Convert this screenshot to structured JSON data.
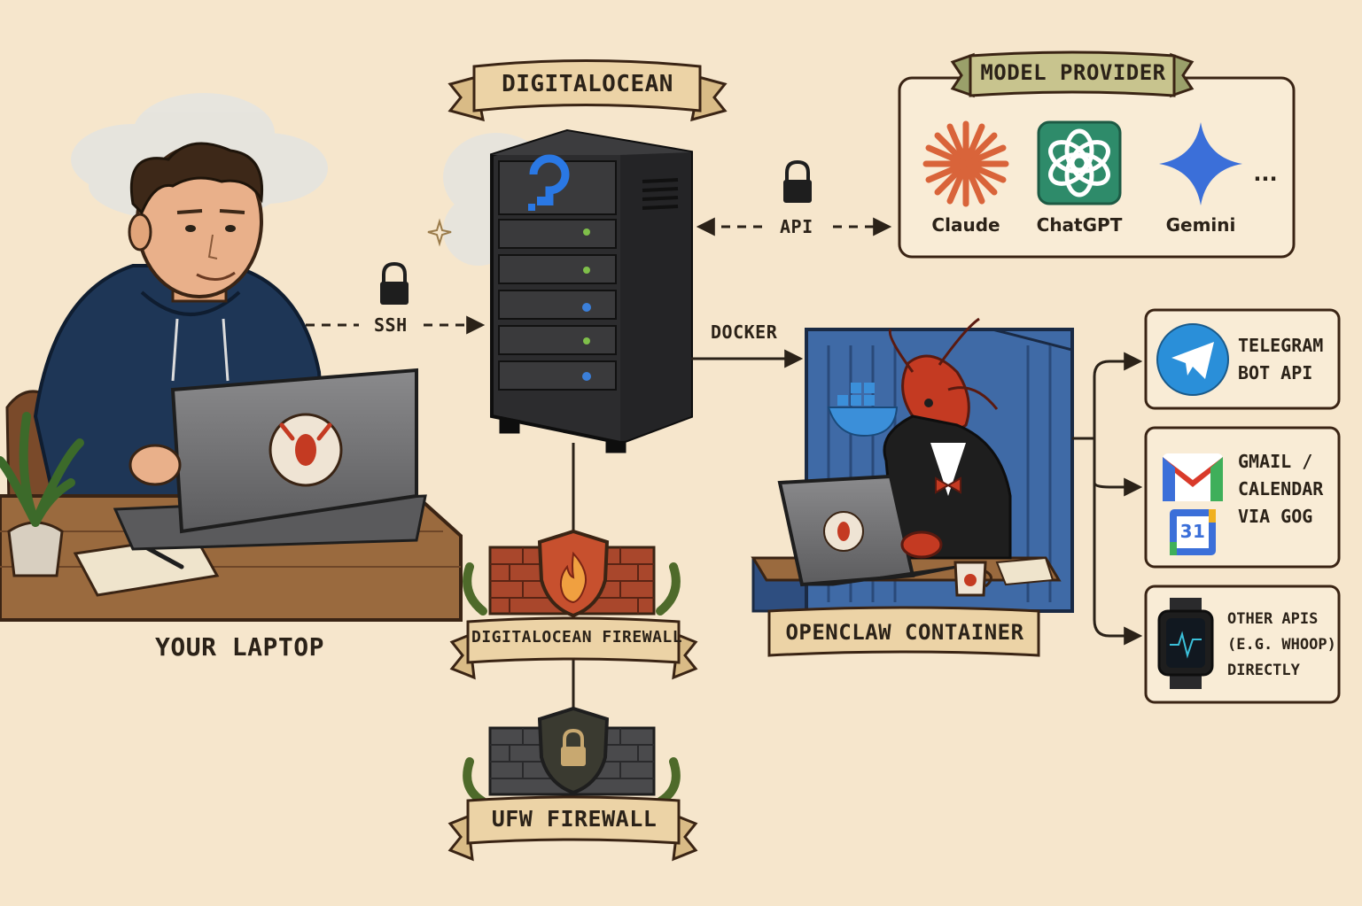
{
  "labels": {
    "laptop": "YOUR LAPTOP",
    "digitalocean": "DIGITALOCEAN",
    "model_provider": "MODEL PROVIDER",
    "do_firewall": "DIGITALOCEAN FIREWALL",
    "ufw_firewall": "UFW FIREWALL",
    "container": "OPENCLAW CONTAINER"
  },
  "connections": {
    "ssh": "SSH",
    "api": "API",
    "docker": "DOCKER"
  },
  "providers": [
    {
      "name": "Claude",
      "icon": "claude-sunburst-icon",
      "color": "#d9643a"
    },
    {
      "name": "ChatGPT",
      "icon": "chatgpt-knot-icon",
      "color": "#2e8b6a"
    },
    {
      "name": "Gemini",
      "icon": "gemini-star-icon",
      "color": "#3b6fd9"
    }
  ],
  "providers_more": "...",
  "services": {
    "telegram": {
      "line1": "TELEGRAM",
      "line2": "BOT API"
    },
    "gmail": {
      "line1": "GMAIL /",
      "line2": "CALENDAR",
      "line3": "VIA GOG",
      "calendar_day": "31"
    },
    "other": {
      "line1": "OTHER APIS",
      "line2": "(E.G. WHOOP)",
      "line3": "DIRECTLY"
    }
  },
  "colors": {
    "background": "#f6e6cc",
    "ink": "#2b2218",
    "ribbon": "#ecd3a6",
    "server": "#3a3a3c",
    "container": "#3f6aa6",
    "lobster": "#c43a22",
    "brick": "#a9472c",
    "stone": "#4a4a4c"
  }
}
